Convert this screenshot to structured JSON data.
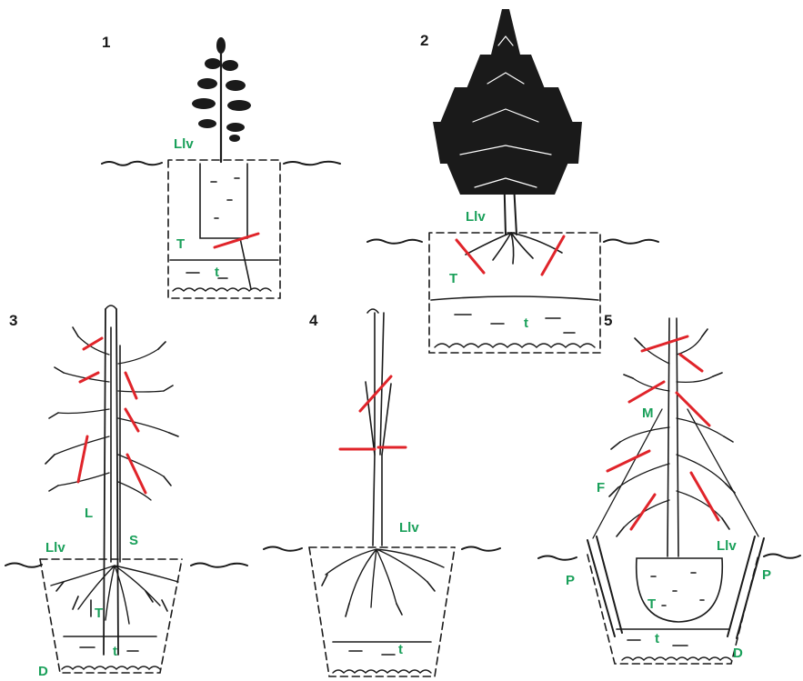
{
  "panels": [
    {
      "number": "1",
      "labels": {
        "surface": "Llv",
        "topsoil": "T",
        "subsoil": "t"
      }
    },
    {
      "number": "2",
      "labels": {
        "surface": "Llv",
        "topsoil": "T",
        "subsoil": "t"
      }
    },
    {
      "number": "3",
      "labels": {
        "stem": "L",
        "stake": "S",
        "surface": "Llv",
        "topsoil": "T",
        "subsoil": "t",
        "drainage": "D"
      }
    },
    {
      "number": "4",
      "labels": {
        "surface": "Llv",
        "subsoil": "t"
      }
    },
    {
      "number": "5",
      "labels": {
        "crown": "M",
        "guy": "F",
        "surface": "Llv",
        "stake_left": "P",
        "stake_right": "P",
        "topsoil": "T",
        "subsoil": "t",
        "drainage": "D"
      }
    }
  ],
  "colors": {
    "ink": "#1a1a1a",
    "label": "#1aa05a",
    "cut": "#e0242a",
    "paper": "#ffffff"
  }
}
